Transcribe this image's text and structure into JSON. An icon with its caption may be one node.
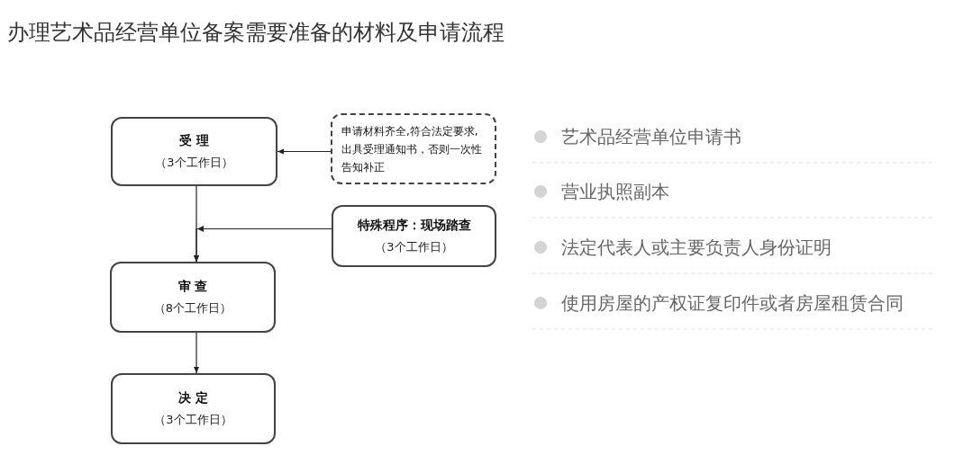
{
  "diagram": {
    "title": "办理艺术品经营单位备案需要准备的材料及申请流程",
    "nodes": [
      {
        "text": [
          "受 理",
          "（3个工作日）"
        ]
      },
      {
        "text": [
          "申请材料齐全,符合法定要求,出具受理通知书，否则一次性告知补正"
        ]
      },
      {
        "text": [
          "特殊程序：现场踏查",
          "（3个工作日）"
        ]
      },
      {
        "text": [
          "审 查",
          "（8个工作日）"
        ]
      },
      {
        "text": [
          "决 定",
          "（3个工作日）"
        ]
      }
    ],
    "edges": [
      {
        "from": 1,
        "to": 0,
        "arrow": "to"
      },
      {
        "from": 0,
        "to": 3,
        "arrow": "to"
      },
      {
        "from": 2,
        "to": 3,
        "arrow": "to"
      },
      {
        "from": 3,
        "to": 4,
        "arrow": "to"
      }
    ],
    "labels": [
      "艺术品经营单位申请书",
      "营业执照副本",
      "法定代表人或主要负责人身份证明",
      "使用房屋的产权证复印件或者房屋租赁合同"
    ]
  }
}
